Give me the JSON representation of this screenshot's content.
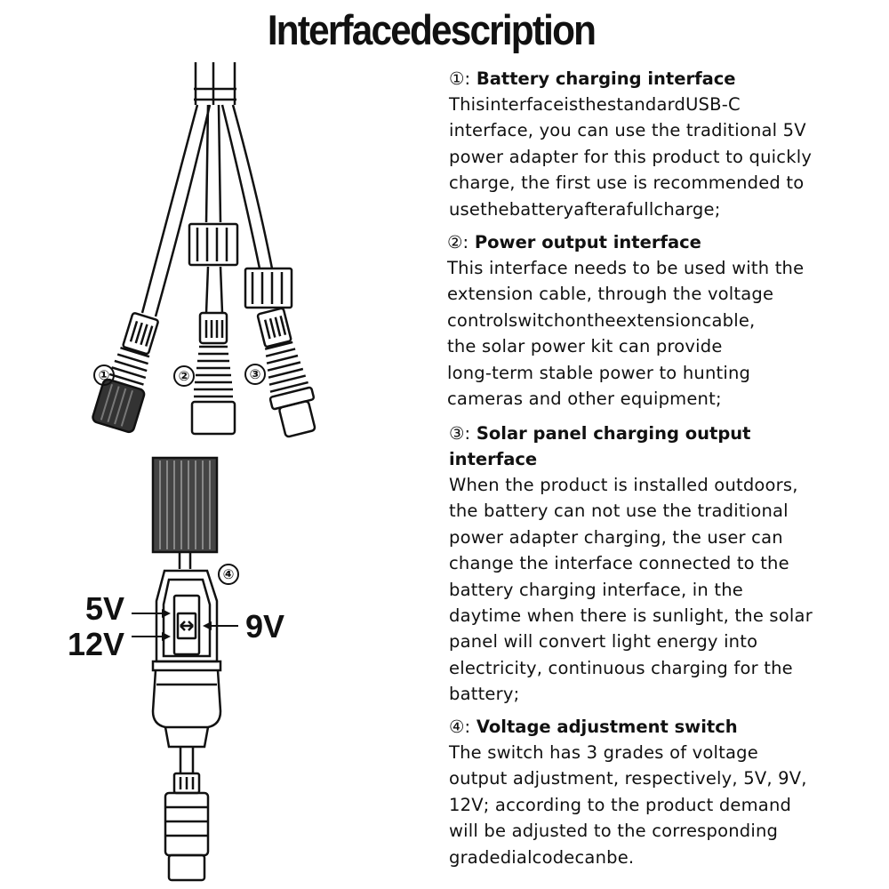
{
  "title": "Interfacedescription",
  "diagram": {
    "callouts": [
      "①",
      "②",
      "③",
      "④"
    ],
    "voltage_labels": {
      "left_top": "5V",
      "left_bottom": "12V",
      "right": "9V"
    }
  },
  "sections": [
    {
      "marker": "①:",
      "heading": "Battery charging interface",
      "body": "ThisinterfaceisthestandardUSB-C\ninterface, you can use the traditional 5V\npower adapter for this product to quickly\ncharge, the first use is recommended to\nusethebatteryafterafullcharge;"
    },
    {
      "marker": "②:",
      "heading": "Power output interface",
      "body": "This interface needs to be used with the\nextension cable, through the voltage\ncontrolswitchontheextensioncable,\nthe solar power kit can provide\nlong-term stable power to hunting\ncameras and other equipment;"
    },
    {
      "marker": "③:",
      "heading": "Solar panel charging output\ninterface",
      "body": "When the product is installed outdoors,\nthe battery can not use the traditional\npower adapter charging, the user can\nchange the interface connected to the\nbattery charging interface, in the\ndaytime when there is sunlight, the solar\npanel will convert light energy into\nelectricity, continuous charging for the\nbattery;"
    },
    {
      "marker": "④:",
      "heading": "Voltage adjustment switch",
      "body": "The switch has 3 grades of voltage\noutput adjustment, respectively, 5V, 9V,\n12V; according to the product demand\nwill be adjusted to the corresponding\ngradedialcodecanbe."
    }
  ]
}
